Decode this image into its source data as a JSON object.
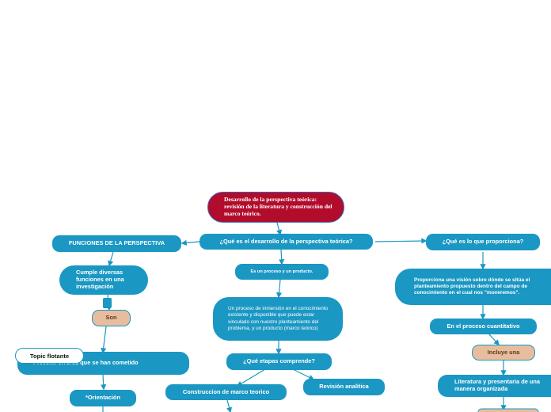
{
  "root": {
    "title": "Desarrollo de la perspectiva teórica: revisión de la literatura y construcción del marco teórico."
  },
  "center": {
    "question": "¿Qué es el desarrollo de la perspectiva teórica?",
    "is_a": "Es un proceso y un producto.",
    "definition": "Un proceso de inmersión en el conocimiento existente y disponible que puede estar vinculado con nuestro planteamiento del problema, y un producto (marco teórico)",
    "stages_q": "¿Qué etapas comprende?",
    "stage1": "Construccion de marco teorico",
    "stage2": "Revisión analítica"
  },
  "left": {
    "title": "FUNCIONES DE LA PERSPECTIVA",
    "functions": "Cumple diversas funciones en una investigación",
    "son": "Son",
    "item1": "Prevenir errores que se han cometido",
    "item2": "*Orientación"
  },
  "right": {
    "question": "¿Qué es lo que proporciona?",
    "vision": "Proporciona una visión sobre dónde se sitúa el planteamiento propuesto dentro del campo de conocimiento en el cual nos \"moveremos\".",
    "quant": "En el proceso cuantitativo",
    "includes": "Incluye una",
    "literature": "Literatura y presentaria de una manera organizada"
  },
  "floating_topic": "Topic flotante",
  "colors": {
    "node_blue": "#1a97c3",
    "root_red": "#b20c2c",
    "tan": "#e8bd9e"
  }
}
